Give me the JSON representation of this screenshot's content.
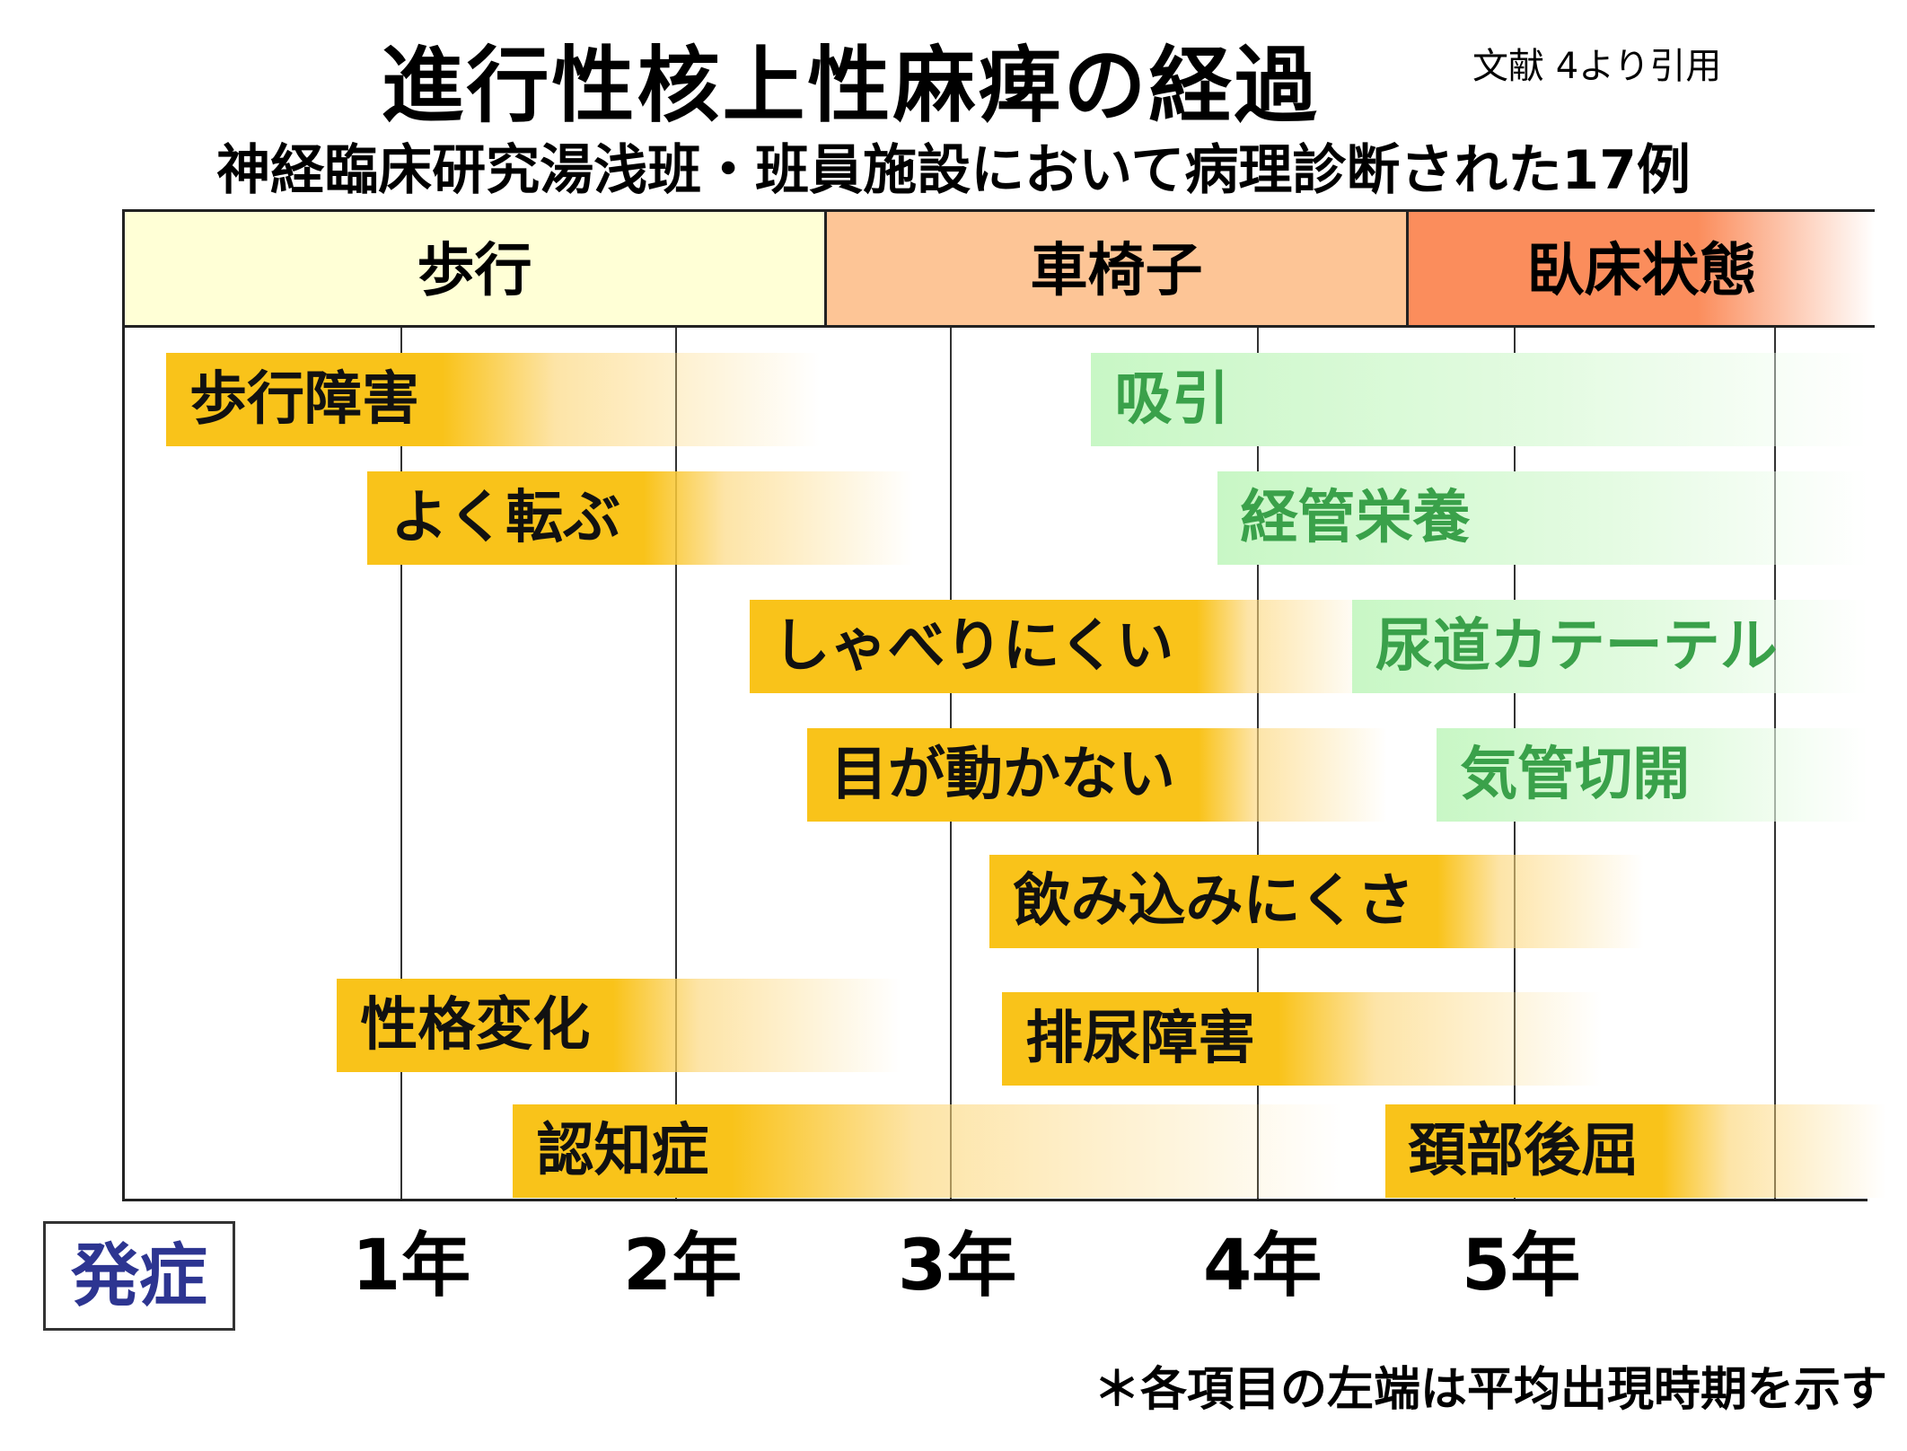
{
  "header": {
    "title": "進行性核上性麻痺の経過",
    "source": "文献 4より引用",
    "subtitle": "神経臨床研究湯浅班・班員施設において病理診断された17例"
  },
  "stages": [
    {
      "label": "歩行",
      "color": "#ffffd6"
    },
    {
      "label": "車椅子",
      "color": "#fdc596"
    },
    {
      "label": "臥床状態",
      "color": "#fb8d5c"
    }
  ],
  "axis": {
    "origin_label": "発症",
    "year_labels": [
      "1年",
      "2年",
      "3年",
      "4年",
      "5年"
    ]
  },
  "items": [
    {
      "label": "歩行障害",
      "type": "symptom",
      "onset_years": 0.15
    },
    {
      "label": "よく転ぶ",
      "type": "symptom",
      "onset_years": 0.88
    },
    {
      "label": "しゃべりにくい",
      "type": "symptom",
      "onset_years": 2.27
    },
    {
      "label": "目が動かない",
      "type": "symptom",
      "onset_years": 2.48
    },
    {
      "label": "飲み込みにくさ",
      "type": "symptom",
      "onset_years": 3.13
    },
    {
      "label": "性格変化",
      "type": "symptom",
      "onset_years": 0.77
    },
    {
      "label": "排尿障害",
      "type": "symptom",
      "onset_years": 3.17
    },
    {
      "label": "認知症",
      "type": "symptom",
      "onset_years": 1.41
    },
    {
      "label": "頚部後屈",
      "type": "symptom",
      "onset_years": 4.5
    },
    {
      "label": "吸引",
      "type": "care",
      "onset_years": 3.46
    },
    {
      "label": "経管栄養",
      "type": "care",
      "onset_years": 3.87
    },
    {
      "label": "尿道カテーテル",
      "type": "care",
      "onset_years": 4.37
    },
    {
      "label": "気管切開",
      "type": "care",
      "onset_years": 4.7
    }
  ],
  "colors": {
    "symptom": "#f9c31a",
    "care_text": "#3aa14a",
    "care_band": "#c8f7c5",
    "onset_text": "#2d3591"
  },
  "footnote": "＊各項目の左端は平均出現時期を示す"
}
